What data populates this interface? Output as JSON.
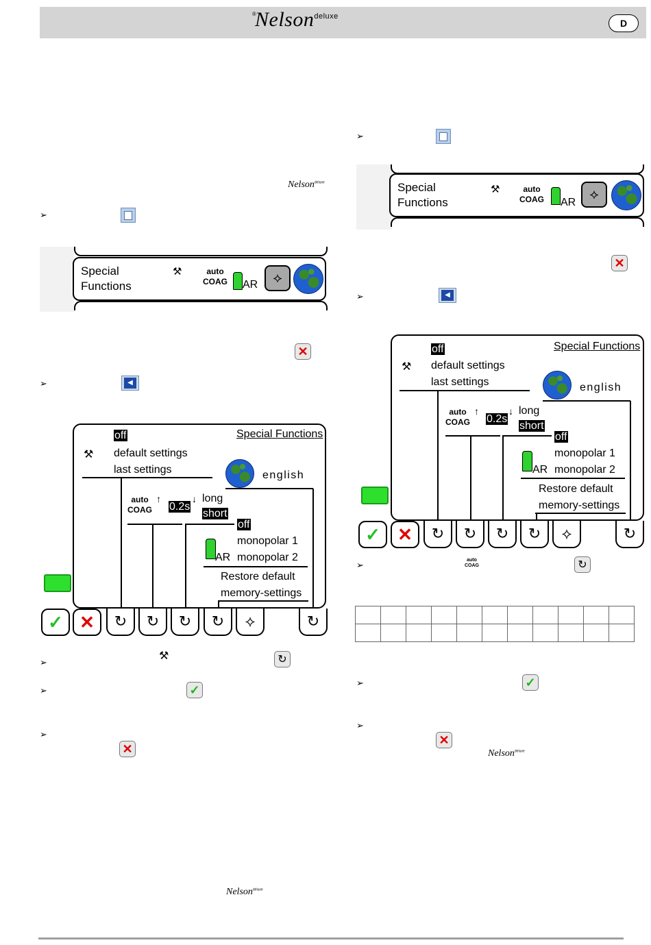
{
  "header": {
    "brand": "Nelson",
    "brand_sup": "deluxe",
    "registered": "®",
    "lang_badge": "D"
  },
  "logos": {
    "name": "Nelson",
    "sup": "deluxe"
  },
  "bullet": "➢",
  "small_panel": {
    "title_line1": "Special",
    "title_line2": "Functions",
    "auto": "auto",
    "coag": "COAG",
    "ar": "AR",
    "nav_icon": "navigation-diamond-icon",
    "globe_icon": "globe-icon"
  },
  "big_panel": {
    "heading": "Special Functions",
    "opt_off": "off",
    "opt_default": "default settings",
    "opt_last": "last settings",
    "language": "english",
    "auto": "auto",
    "coag": "COAG",
    "time": "0.2s",
    "long": "long",
    "short": "short",
    "mono_off": "off",
    "mono1": "monopolar 1",
    "mono2": "monopolar 2",
    "ar": "AR",
    "restore1": "Restore default",
    "restore2": "memory-settings"
  },
  "icons": {
    "check": "✓",
    "cross": "✕",
    "rotate": "↻",
    "diamond": "⟡",
    "back": "◀"
  },
  "inline": {
    "auto": "auto",
    "coag": "COAG"
  },
  "colors": {
    "header_bg": "#d4d4d4",
    "green_led": "#2ee02e",
    "accent_blue": "#1c4aa6"
  }
}
